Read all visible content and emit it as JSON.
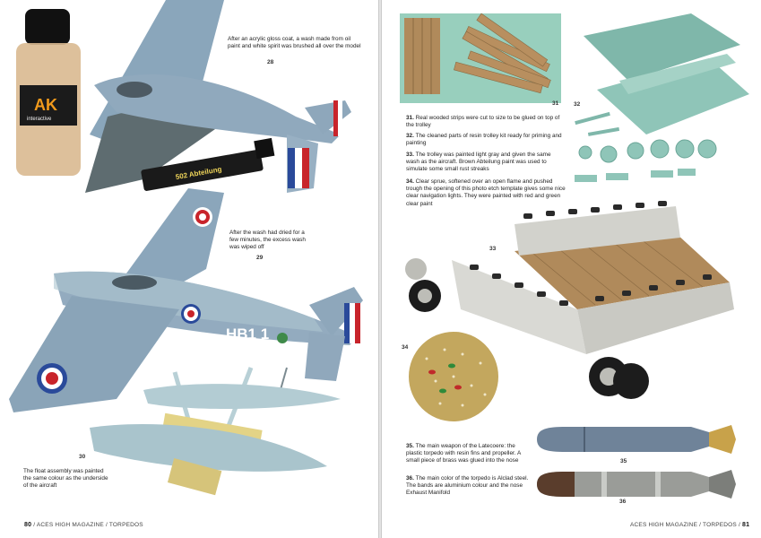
{
  "left_page": {
    "captions": {
      "c28": "After an acrylic gloss coat, a wash made from oil paint and white spirit was brushed all over the model",
      "c29": "After the wash had dried for a few minutes, the excess wash was wiped off",
      "c30": "The float assembly was painted the same colour as the underside of the aircraft"
    },
    "figure_numbers": {
      "n28": "28",
      "n29": "29",
      "n30": "30"
    },
    "product_labels": {
      "bottle_brand": "AK",
      "bottle_label": "interactive",
      "tube_label": "502 Abteilung"
    },
    "aircraft_code": "HB1 1",
    "footer": {
      "page_number": "80",
      "text": "/ ACES HIGH MAGAZINE / TORPEDOS"
    }
  },
  "right_page": {
    "figure_numbers": {
      "n31": "31",
      "n32": "32",
      "n33": "33",
      "n34": "34",
      "n35": "35",
      "n36": "36"
    },
    "captions": {
      "c31_num": "31.",
      "c31": "Real wooded strips were cut to size to be glued on top of the trolley",
      "c32_num": "32.",
      "c32": "The cleaned parts of resin trolley kit ready for priming and painting",
      "c33_num": "33.",
      "c33": "The trolley was painted light gray and given the same wash as the aircraft. Brown Abteilung paint was used to simulate some small rust streaks",
      "c34_num": "34.",
      "c34": "Clear sprue, softened over an open flame and pushed trough the opening of this photo etch template gives some nice clear navigation lights. They were painted with red and green clear paint",
      "c35_num": "35.",
      "c35": "The main weapon of the Latecoere: the plastic torpedo with resin fins and propeller. A small piece of brass was glued into the nose",
      "c36_num": "36.",
      "c36": "The main color of the torpedo is Alclad steel. The bands are aluminium colour and the nose Exhaust Manifold"
    },
    "footer": {
      "text": "ACES HIGH MAGAZINE / TORPEDOS /",
      "page_number": "81"
    }
  },
  "colors": {
    "aircraft_blue": "#8da7bd",
    "underside_blue": "#b6cfd6",
    "roundel_red": "#c8242b",
    "trolley_green": "#96c9bd",
    "wood": "#b08a5b"
  }
}
